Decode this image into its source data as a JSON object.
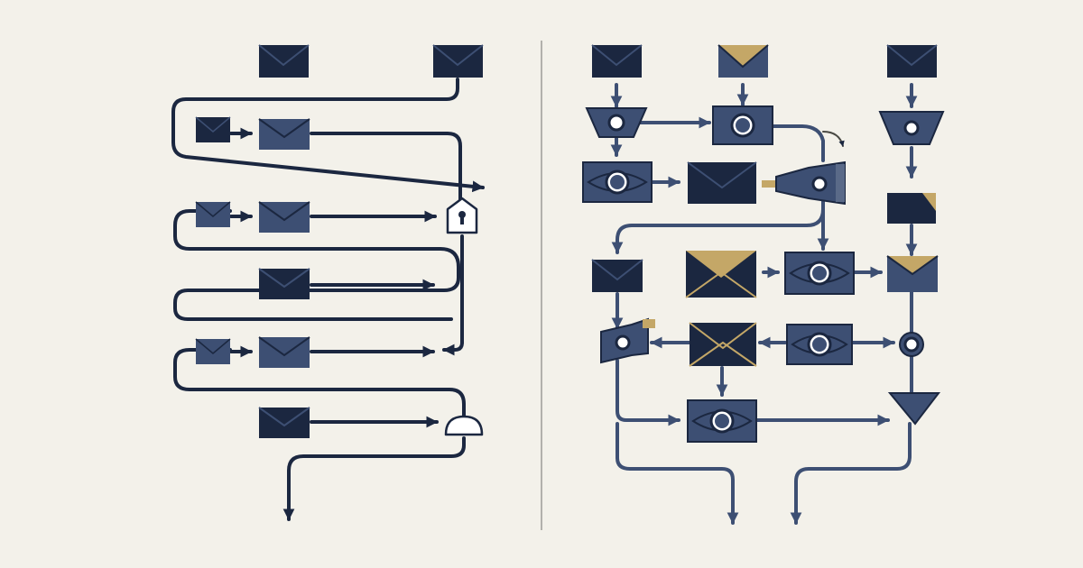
{
  "diagram": {
    "left_panel": {
      "description_hidden": true,
      "nodes": [
        {
          "kind": "envelope",
          "tone": "dark"
        },
        {
          "kind": "envelope",
          "tone": "dark"
        },
        {
          "kind": "envelope",
          "tone": "slate"
        },
        {
          "kind": "envelope",
          "tone": "slate"
        },
        {
          "kind": "envelope",
          "tone": "slate"
        },
        {
          "kind": "envelope",
          "tone": "slate"
        },
        {
          "kind": "envelope",
          "tone": "dark"
        },
        {
          "kind": "envelope",
          "tone": "slate"
        },
        {
          "kind": "envelope",
          "tone": "slate"
        },
        {
          "kind": "envelope",
          "tone": "dark"
        },
        {
          "kind": "lock-gate"
        },
        {
          "kind": "dome-gate"
        }
      ]
    },
    "right_panel": {
      "nodes": [
        {
          "kind": "envelope",
          "tone": "dark"
        },
        {
          "kind": "envelope",
          "tone": "gold-flap"
        },
        {
          "kind": "envelope",
          "tone": "dark"
        },
        {
          "kind": "eye-filter"
        },
        {
          "kind": "eye-camera"
        },
        {
          "kind": "eye-filter"
        },
        {
          "kind": "eye-camera"
        },
        {
          "kind": "envelope",
          "tone": "dark"
        },
        {
          "kind": "eye-gate"
        },
        {
          "kind": "envelope",
          "tone": "gold-corner"
        },
        {
          "kind": "envelope",
          "tone": "dark"
        },
        {
          "kind": "envelope",
          "tone": "gold"
        },
        {
          "kind": "eye-camera"
        },
        {
          "kind": "envelope",
          "tone": "gold-flap"
        },
        {
          "kind": "eye-gate"
        },
        {
          "kind": "envelope",
          "tone": "gold-edge"
        },
        {
          "kind": "eye-camera"
        },
        {
          "kind": "eye-node"
        },
        {
          "kind": "eye-camera"
        },
        {
          "kind": "funnel"
        }
      ]
    }
  },
  "colors": {
    "background": "#f3f1ea",
    "navy": "#1b2740",
    "slate": "#3d4f73",
    "line": "#2f3d5c",
    "gold": "#c4a767",
    "divider": "#9c9c98"
  }
}
